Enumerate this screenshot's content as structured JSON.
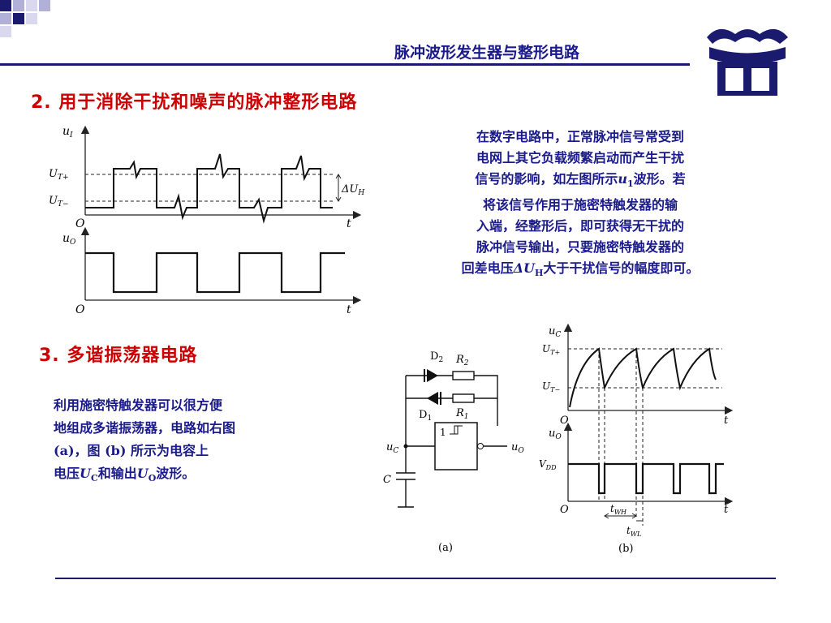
{
  "header": {
    "title": "脉冲波形发生器与整形电路",
    "logo_icon": "dragon-book-emblem-icon",
    "accent_color": "#1a1a8c",
    "title_color": "#cc0000"
  },
  "section2": {
    "title": "2. 用于消除干扰和噪声的脉冲整形电路",
    "lines": [
      "在数字电路中，正常脉冲信号常受到",
      "电网上其它负载频繁启动而产生干扰",
      "信号的影响，如左图所示",
      "波形。若",
      "将该信号作用于施密特触发器的输",
      "入端，经整形后，即可获得无干扰的",
      "脉冲信号输出，只要施密特触发器的",
      "回差电压",
      "大于干扰信号的幅度即可。"
    ],
    "inline_u1": "u",
    "inline_u1_sub": "1",
    "inline_delta_uh": "ΔU",
    "inline_delta_uh_sub": "H",
    "waveform": {
      "u_in_label": "u",
      "u_in_sub": "I",
      "ut_plus": "U",
      "ut_plus_sub": "T+",
      "ut_minus": "U",
      "ut_minus_sub": "T−",
      "delta_uh": "ΔU",
      "delta_uh_sub": "H",
      "origin": "O",
      "t_label": "t",
      "u_out_label": "u",
      "u_out_sub": "O",
      "origin2": "O",
      "t_label2": "t"
    }
  },
  "section3": {
    "title": "3. 多谐振荡器电路",
    "lines": [
      "利用施密特触发器可以很方便",
      "地组成多谐振荡器，电路如右图",
      "(a)，图 (b) 所示为电容上",
      "电压",
      "和输出",
      "波形。"
    ],
    "inline_uc": "U",
    "inline_uc_sub": "C",
    "inline_uo": "U",
    "inline_uo_sub": "O",
    "circuit": {
      "d2": "D",
      "d2_sub": "2",
      "r2": "R",
      "r2_sub": "2",
      "d1": "D",
      "d1_sub": "1",
      "r1": "R",
      "r1_sub": "1",
      "gate_label": "1",
      "uc": "u",
      "uc_sub": "C",
      "uo": "u",
      "uo_sub": "O",
      "cap": "C",
      "caption": "(a)"
    },
    "waves": {
      "uc": "u",
      "uc_sub": "C",
      "ut_plus": "U",
      "ut_plus_sub": "T+",
      "ut_minus": "U",
      "ut_minus_sub": "T−",
      "origin": "O",
      "t": "t",
      "uo": "u",
      "uo_sub": "O",
      "vdd": "V",
      "vdd_sub": "DD",
      "origin2": "O",
      "t2": "t",
      "twh": "t",
      "twh_sub": "WH",
      "twl": "t",
      "twl_sub": "WL",
      "caption": "(b)"
    }
  }
}
